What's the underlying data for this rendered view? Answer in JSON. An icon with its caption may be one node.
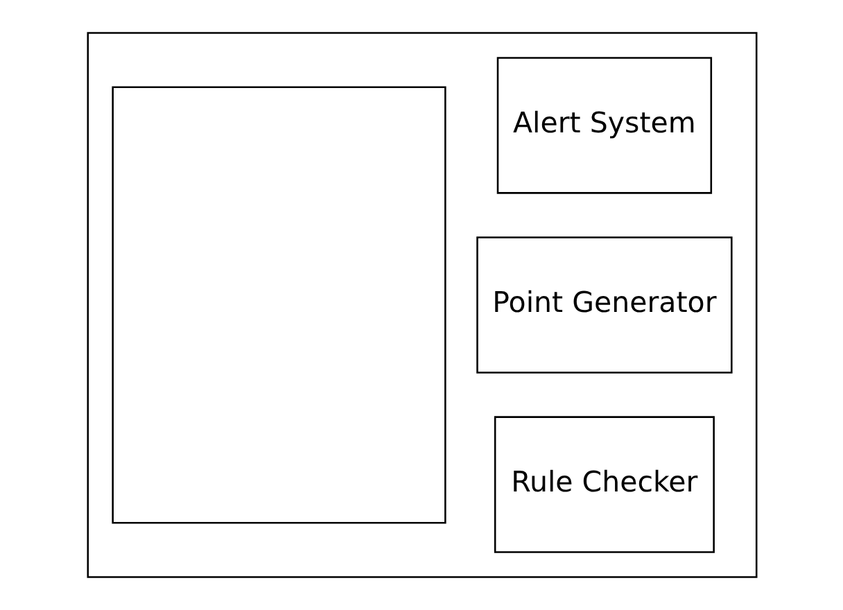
{
  "diagram": {
    "nodes": [
      {
        "text": [],
        "shape": "box"
      },
      {
        "text": [],
        "shape": "box",
        "in": 0
      },
      {
        "text": [
          "Rule Checker"
        ],
        "in": 0
      },
      {
        "text": [
          "Point Generator"
        ],
        "in": 0
      },
      {
        "text": [
          "Alert System"
        ],
        "in": 0
      }
    ],
    "edges": []
  }
}
